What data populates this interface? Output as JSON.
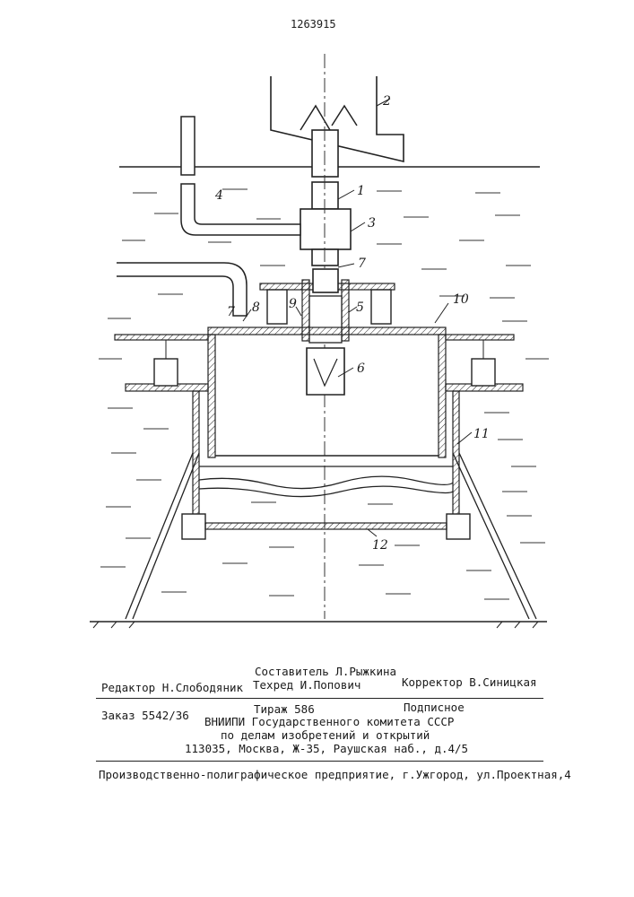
{
  "patent_number": "1263915",
  "callouts": [
    "1",
    "2",
    "3",
    "4",
    "5",
    "6",
    "7",
    "7",
    "8",
    "9",
    "10",
    "11",
    "12"
  ],
  "imprint": {
    "editor": "Редактор Н.Слободяник",
    "compiler": "Составитель Л.Рыжкина",
    "techred": "Техред И.Попович",
    "corrector": "Корректор  В.Синицкая",
    "order": "Заказ 5542/36",
    "circulation": "Тираж 586",
    "subscription": "Подписное",
    "institute_line1": "ВНИИПИ Государственного комитета СССР",
    "institute_line2": "по делам изобретений и открытий",
    "institute_address": "113035, Москва, Ж-35, Раушская наб., д.4/5",
    "printer": "Производственно-полиграфическое предприятие, г.Ужгород, ул.Проектная,4"
  }
}
